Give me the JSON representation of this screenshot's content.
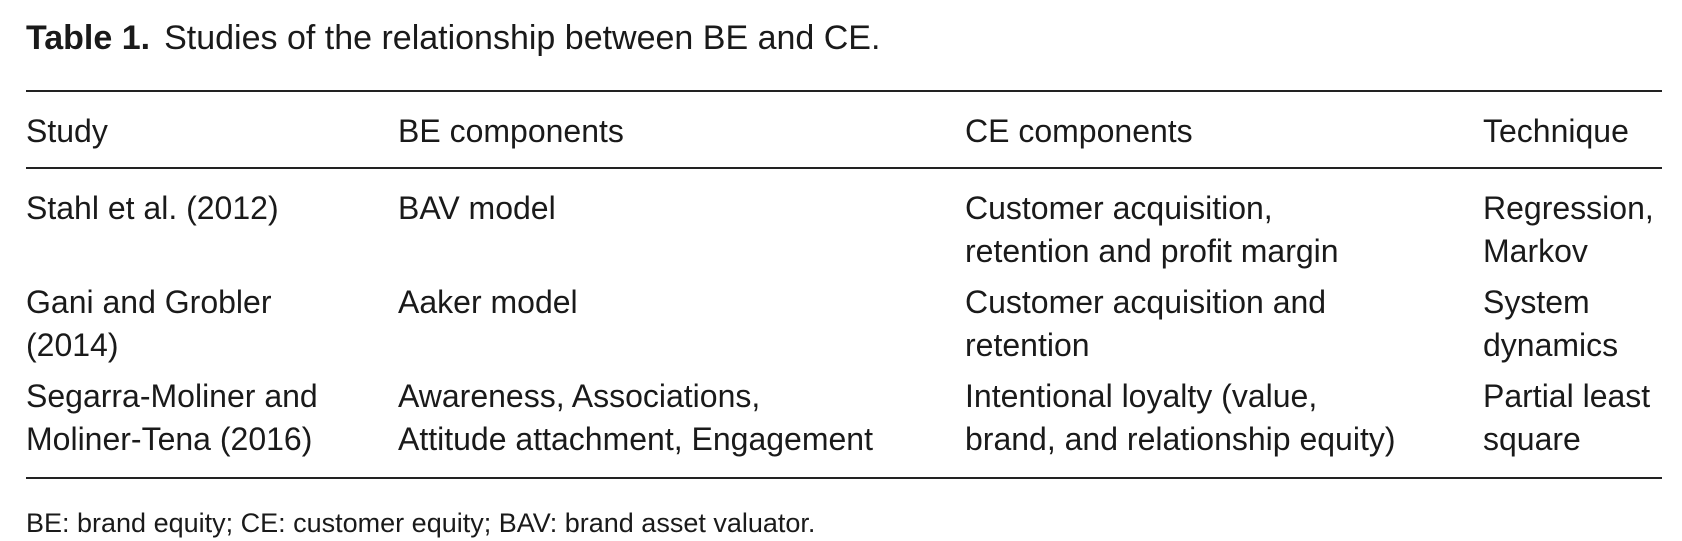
{
  "caption": {
    "label": "Table 1.",
    "text": "Studies of the relationship between BE and CE."
  },
  "table": {
    "headers": [
      "Study",
      "BE components",
      "CE components",
      "Technique"
    ],
    "rows": [
      {
        "study": [
          "Stahl et al. (2012)"
        ],
        "be": [
          "BAV model"
        ],
        "ce": [
          "Customer acquisition,",
          "retention and profit margin"
        ],
        "technique": [
          "Regression,",
          "Markov"
        ]
      },
      {
        "study": [
          "Gani and Grobler",
          "(2014)"
        ],
        "be": [
          "Aaker model"
        ],
        "ce": [
          "Customer acquisition and",
          "retention"
        ],
        "technique": [
          "System",
          "dynamics"
        ]
      },
      {
        "study": [
          "Segarra-Moliner and",
          "Moliner-Tena (2016)"
        ],
        "be": [
          "Awareness, Associations,",
          "Attitude attachment, Engagement"
        ],
        "ce": [
          "Intentional loyalty (value,",
          "brand, and relationship equity)"
        ],
        "technique": [
          "Partial least",
          "square"
        ]
      }
    ]
  },
  "footnote": "BE: brand equity; CE: customer equity; BAV: brand asset valuator."
}
